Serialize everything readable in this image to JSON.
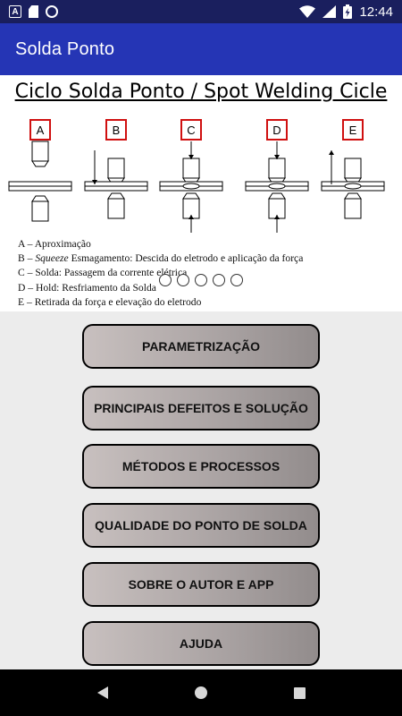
{
  "status_bar": {
    "time": "12:44",
    "icons": [
      "a-notification-icon",
      "sd-card-icon",
      "sync-circle-icon",
      "wifi-icon",
      "signal-icon",
      "battery-charging-icon"
    ]
  },
  "app_bar": {
    "title": "Solda Ponto"
  },
  "slider": {
    "title": "Ciclo Solda Ponto / Spot Welding Cicle",
    "stage_labels": [
      "A",
      "B",
      "C",
      "D",
      "E"
    ],
    "legend": [
      {
        "lead": "A – ",
        "em": "",
        "text": "Aproximação"
      },
      {
        "lead": "B – ",
        "em": "Squeeze",
        "text": " Esmagamento: Descida do eletrodo e aplicação da força"
      },
      {
        "lead": "C – ",
        "em": "",
        "text": "Solda: Passagem da corrente elétrica"
      },
      {
        "lead": "D – ",
        "em": "",
        "text": "Hold: Resfriamento da Solda"
      },
      {
        "lead": "E – ",
        "em": "",
        "text": "Retirada da força e elevação do eletrodo"
      }
    ],
    "page_count": 5,
    "accent_color": "#d01010"
  },
  "menu": {
    "buttons": [
      "PARAMETRIZAÇÃO",
      "PRINCIPAIS DEFEITOS E SOLUÇÃO",
      "MÉTODOS E PROCESSOS",
      "QUALIDADE DO PONTO DE SOLDA",
      "SOBRE O AUTOR E APP",
      "AJUDA"
    ]
  },
  "nav_bar": {
    "icons": [
      "back-icon",
      "home-icon",
      "recent-apps-icon"
    ]
  }
}
